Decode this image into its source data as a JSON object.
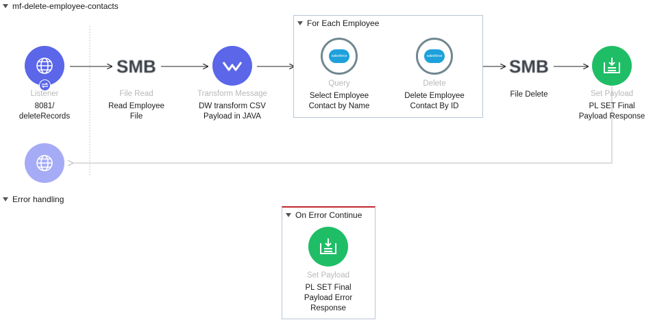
{
  "flow": {
    "title": "mf-delete-employee-contacts",
    "listener": {
      "type": "Listener",
      "label": "8081/\ndeleteRecords"
    },
    "file_read": {
      "icon_text": "SMB",
      "type": "File Read",
      "label": "Read Employee\nFile"
    },
    "transform": {
      "type": "Transform Message",
      "label": "DW transform CSV\nPayload in JAVA"
    },
    "for_each": {
      "title": "For Each Employee",
      "query": {
        "type": "Query",
        "label": "Select Employee\nContact by Name"
      },
      "delete": {
        "type": "Delete",
        "label": "Delete Employee\nContact By ID"
      }
    },
    "file_delete": {
      "icon_text": "SMB",
      "label": "File Delete"
    },
    "set_payload": {
      "type": "Set Payload",
      "label": "PL SET Final\nPayload Response"
    }
  },
  "error_handling": {
    "title": "Error handling",
    "on_error": {
      "title": "On Error Continue",
      "set_payload": {
        "type": "Set Payload",
        "label": "PL SET Final\nPayload Error\nResponse"
      }
    }
  },
  "icons": {
    "salesforce_text": "salesforce"
  },
  "colors": {
    "listener": "#5b67e8",
    "listener_response": "#a6abf6",
    "transform": "#5b67e8",
    "set_payload": "#1fbe66",
    "salesforce_cloud": "#1ea0db",
    "error_border": "#c0282d"
  }
}
